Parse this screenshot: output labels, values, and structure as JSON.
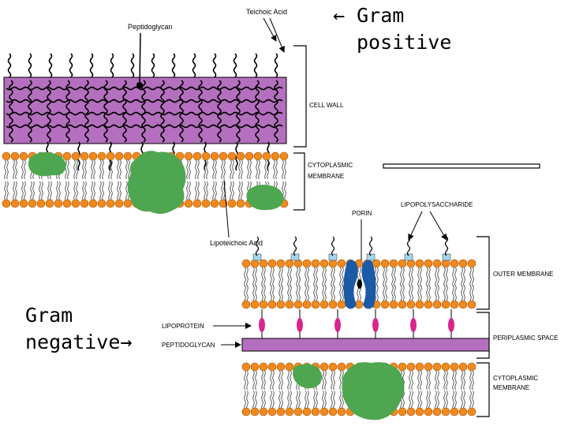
{
  "captions": {
    "gram_positive_arrow": "←",
    "gram_positive_line1": "Gram",
    "gram_positive_line2": "positive",
    "gram_negative_line1": "Gram",
    "gram_negative_line2": "negative",
    "gram_negative_arrow": "→"
  },
  "gram_positive": {
    "peptidoglycan": "Peptidoglycan",
    "teichoic_acid": "Teichoic Acid",
    "cell_wall": "CELL WALL",
    "cytoplasmic_membrane_line1": "CYTOPLASMIC",
    "cytoplasmic_membrane_line2": "MEMBRANE",
    "lipoteichoic_acid": "Lipoteichoic Acid"
  },
  "gram_negative": {
    "porin": "PORIN",
    "lipopolysaccharide": "LIPOPOLYSACCHARIDE",
    "outer_membrane": "OUTER MEMBRANE",
    "lipoprotein": "LIPOPROTEIN",
    "peptidoglycan": "PEPTIDOGLYCAN",
    "periplasmic_space": "PERIPLASMIC SPACE",
    "cytoplasmic_membrane_line1": "CYTOPLASMIC",
    "cytoplasmic_membrane_line2": "MEMBRANE"
  },
  "colors": {
    "peptidoglycan_fill": "#b46fbe",
    "lipid_head": "#f08a1e",
    "protein_green": "#4fa650",
    "porin_blue": "#1a5aa6",
    "lipoprotein_magenta": "#d9258f",
    "lps_cyan": "#a6d4ea"
  }
}
